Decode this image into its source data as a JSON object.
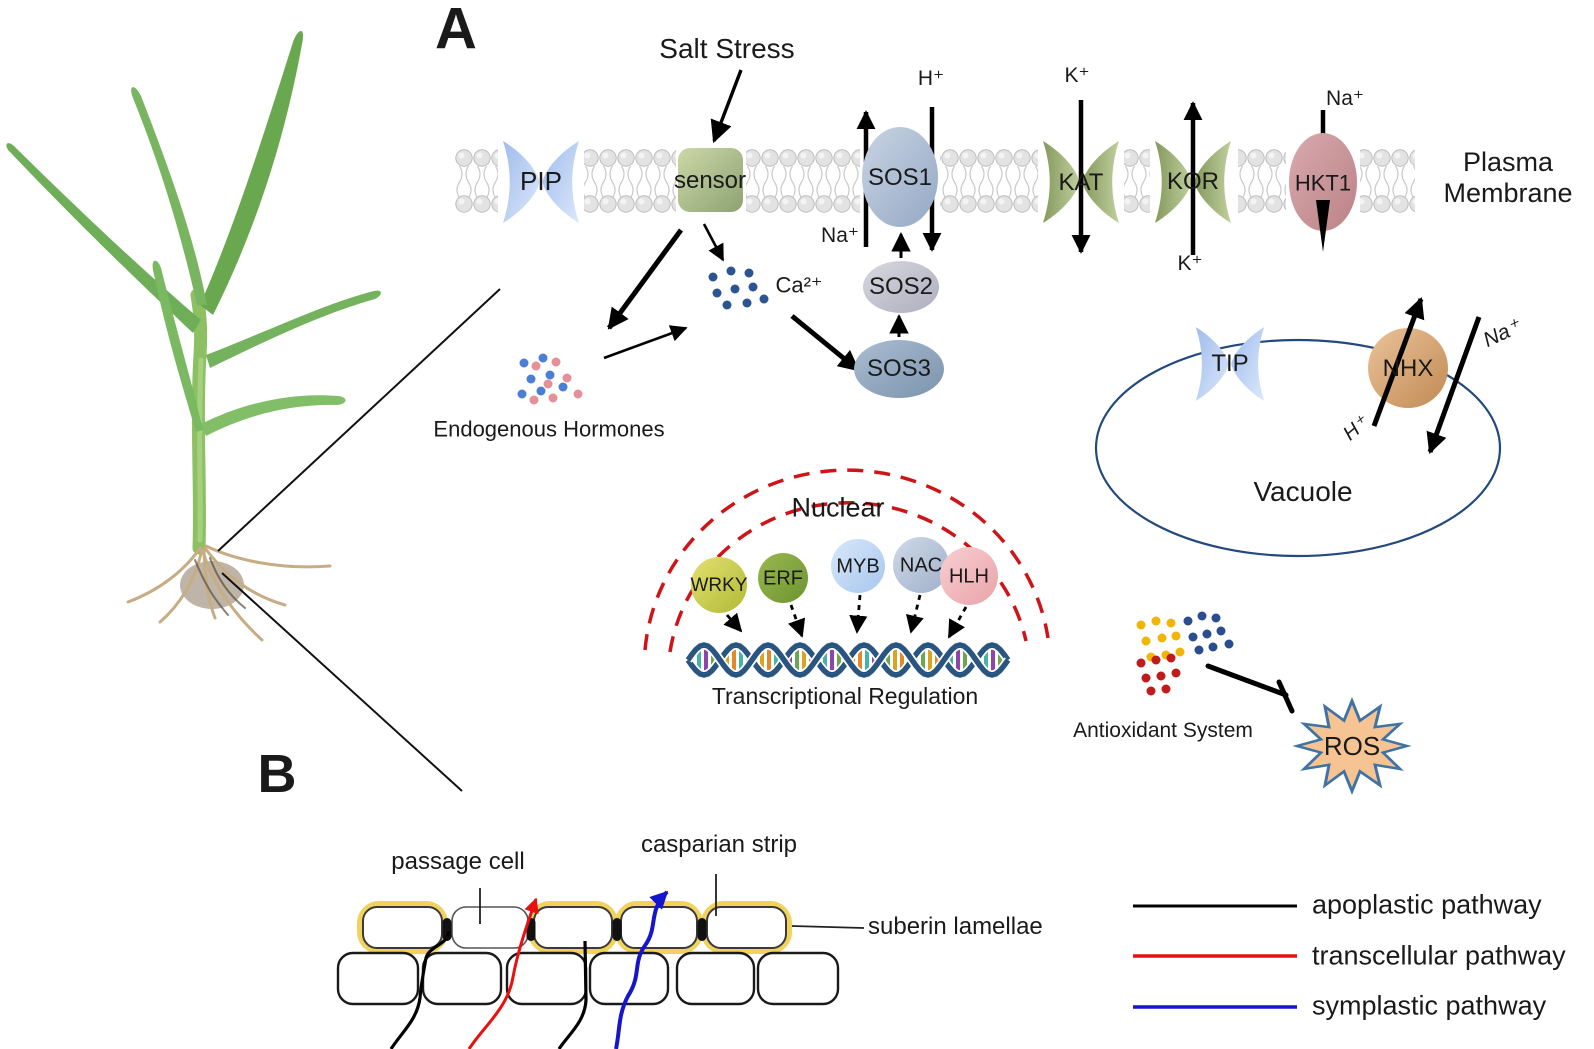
{
  "panel_a": {
    "label": "A",
    "salt_stress": "Salt Stress",
    "membrane_label_line1": "Plasma",
    "membrane_label_line2": "Membrane",
    "proteins": {
      "pip": "PIP",
      "sensor": "sensor",
      "sos1": "SOS1",
      "sos2": "SOS2",
      "sos3": "SOS3",
      "kat": "KAT",
      "kor": "KOR",
      "hkt1": "HKT1",
      "tip": "TIP",
      "nhx": "NHX"
    },
    "ions": {
      "na_sos1": "Na⁺",
      "h_sos1": "H⁺",
      "k_kat": "K⁺",
      "k_kor": "K⁺",
      "na_hkt1": "Na⁺",
      "ca": "Ca²⁺",
      "nhx_h": "H⁺",
      "nhx_na": "Na⁺"
    },
    "hormones_label": "Endogenous Hormones",
    "nucleus": {
      "title": "Nuclear",
      "tfs": [
        "WRKY",
        "ERF",
        "MYB",
        "NAC",
        "HLH"
      ],
      "caption": "Transcriptional Regulation"
    },
    "vacuole_label": "Vacuole",
    "antioxidant_label": "Antioxidant System",
    "ros_label": "ROS"
  },
  "panel_b": {
    "label": "B",
    "passage_cell": "passage cell",
    "casparian_strip": "casparian strip",
    "suberin_lamellae": "suberin lamellae",
    "legend": [
      {
        "label": "apoplastic pathway",
        "color": "#000000"
      },
      {
        "label": "transcellular pathway",
        "color": "#e81010"
      },
      {
        "label": "symplastic pathway",
        "color": "#1515cc"
      }
    ]
  },
  "colors": {
    "membrane_head": "#e3e3e3",
    "pip_tip_channel": "#b9cef0",
    "sensor": "#a9bb88",
    "sos1": "#aebed6",
    "sos2": "#c4c4cf",
    "sos3": "#92a7bf",
    "kat_kor": "#9fb472",
    "hkt1": "#c9989c",
    "nhx": "#d9a873",
    "nuclear_envelope": "#cf1418",
    "tf_wrky": "#ccd14f",
    "tf_erf": "#7fa33b",
    "tf_myb": "#bcd6f4",
    "tf_nac": "#b2bfd5",
    "tf_hlh": "#efb3b8",
    "dna_strand": "#2a5580",
    "vacuole_outline": "#24497c",
    "ros_fill": "#f6c492",
    "ros_outline": "#3f72a5",
    "ca_dots": "#2b5491",
    "hormone_dot_blue": "#4a7fd4",
    "hormone_dot_pink": "#e59098",
    "antioxidant_yellow": "#f0b606",
    "antioxidant_red": "#c11a1a",
    "antioxidant_blue": "#2b4d8f",
    "suberin_yellow": "#f0d25c"
  }
}
